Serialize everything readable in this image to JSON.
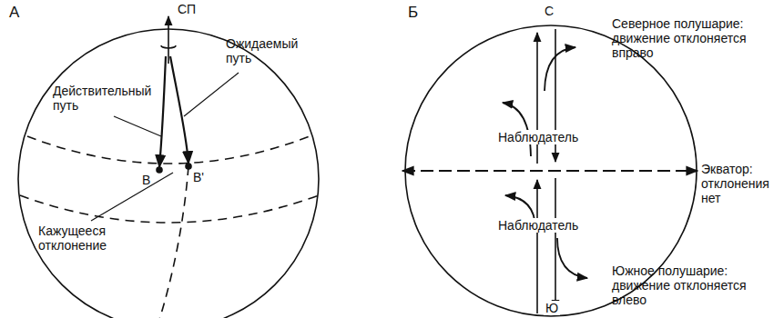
{
  "diagram": {
    "labels": [
      "А",
      "СП",
      "Ожидаемый путь",
      "Действительный путь",
      "В",
      "В'",
      "Кажущееся отклонение",
      "Б",
      "С",
      "Северное полушарие: движение отклоняется вправо",
      "Наблюдатель",
      "Экватор: отклонения нет",
      "Наблюдатель",
      "Южное полушарие: движение отклоняется влево",
      "Ю"
    ]
  }
}
